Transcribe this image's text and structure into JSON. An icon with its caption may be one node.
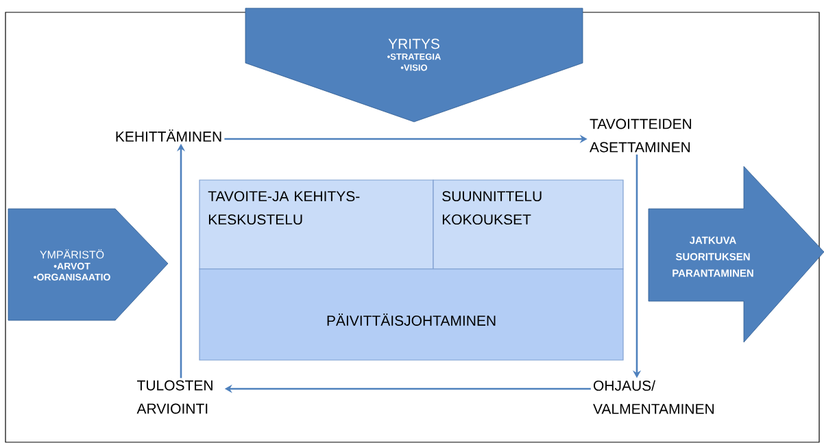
{
  "diagram": {
    "nodes": [
      {
        "text": [
          "YRITYS",
          "•STRATEGIA",
          "•VISIO"
        ]
      },
      {
        "text": [
          "KEHITTÄMINEN"
        ]
      },
      {
        "text": [
          "TAVOITTEIDEN ASETTAMINEN"
        ]
      },
      {
        "text": [
          "OHJAUS/ VALMENTAMINEN"
        ]
      },
      {
        "text": [
          "TULOSTEN ARVIOINTI"
        ]
      },
      {
        "text": [
          "YMPÄRISTÖ",
          "•ARVOT",
          "•ORGANISAATIO"
        ]
      },
      {
        "text": [
          "TAVOITE-JA KEHITYS- KESKUSTELU"
        ]
      },
      {
        "text": [
          "SUUNNITTELU KOKOUKSET"
        ]
      },
      {
        "text": [
          "PÄIVITTÄISJOHTAMINEN"
        ]
      },
      {
        "text": [
          "JATKUVA SUORITUKSEN PARANTAMINEN"
        ]
      }
    ],
    "edges": [
      {
        "from": 1,
        "to": 2,
        "arrow": "to"
      },
      {
        "from": 2,
        "to": 3,
        "arrow": "to"
      },
      {
        "from": 3,
        "to": 4,
        "arrow": "to"
      },
      {
        "from": 4,
        "to": 1,
        "arrow": "to"
      }
    ]
  }
}
